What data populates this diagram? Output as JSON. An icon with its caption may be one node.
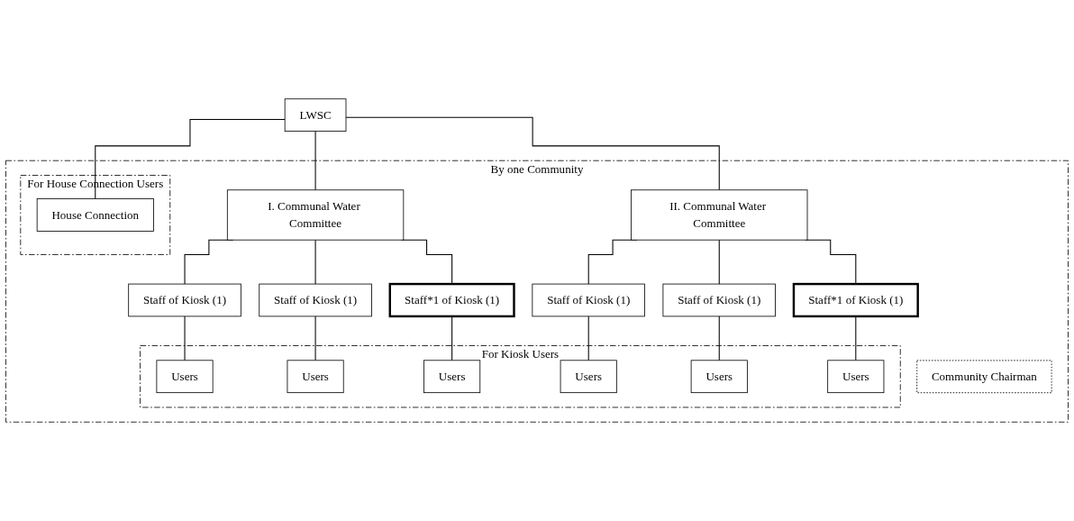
{
  "diagram": {
    "nodes": [
      {
        "text": [
          "LWSC"
        ]
      },
      {
        "text": [
          "By one Community"
        ]
      },
      {
        "text": [
          "I. Communal Water Committee"
        ],
        "in": 1
      },
      {
        "text": [
          "Community Chairman"
        ],
        "in": 1
      },
      {
        "text": [
          "II. Communal Water Committee"
        ],
        "in": 1
      },
      {
        "text": [
          "Staff of Kiosk (1)"
        ],
        "in": 1
      },
      {
        "text": [
          "Staff of Kiosk (1)"
        ],
        "in": 1
      },
      {
        "text": [
          "Staff*1 of Kiosk (1)"
        ],
        "in": 1
      },
      {
        "text": [
          "Staff of Kiosk (1)"
        ],
        "in": 1
      },
      {
        "text": [
          "Staff of Kiosk (1)"
        ],
        "in": 1
      },
      {
        "text": [
          "Staff*1 of Kiosk (1)"
        ],
        "in": 1
      },
      {
        "text": [
          "For Kiosk Users"
        ],
        "in": 1
      },
      {
        "text": [
          "Users"
        ],
        "in": 11
      },
      {
        "text": [
          "Users"
        ],
        "in": 11
      },
      {
        "text": [
          "Users"
        ],
        "in": 11
      },
      {
        "text": [
          "Users"
        ],
        "in": 11
      },
      {
        "text": [
          "Users"
        ],
        "in": 11
      },
      {
        "text": [
          "Users"
        ],
        "in": 11
      },
      {
        "text": [
          "For House Connection Users"
        ],
        "in": 1
      },
      {
        "text": [
          "House Connection"
        ],
        "in": 18
      }
    ],
    "edges": [
      {
        "from": 0,
        "to": 2,
        "arrow": "none"
      },
      {
        "from": 0,
        "to": 4,
        "arrow": "none"
      },
      {
        "from": 2,
        "to": 5,
        "arrow": "none"
      },
      {
        "from": 2,
        "to": 6,
        "arrow": "none"
      },
      {
        "from": 2,
        "to": 7,
        "arrow": "none"
      },
      {
        "from": 4,
        "to": 8,
        "arrow": "none"
      },
      {
        "from": 4,
        "to": 9,
        "arrow": "none"
      },
      {
        "from": 4,
        "to": 10,
        "arrow": "none"
      },
      {
        "from": 5,
        "to": 12,
        "arrow": "none"
      },
      {
        "from": 6,
        "to": 13,
        "arrow": "none"
      },
      {
        "from": 7,
        "to": 14,
        "arrow": "none"
      },
      {
        "from": 8,
        "to": 15,
        "arrow": "none"
      },
      {
        "from": 9,
        "to": 16,
        "arrow": "none"
      },
      {
        "from": 10,
        "to": 17,
        "arrow": "none"
      },
      {
        "from": 0,
        "to": 19,
        "arrow": "none"
      }
    ]
  }
}
